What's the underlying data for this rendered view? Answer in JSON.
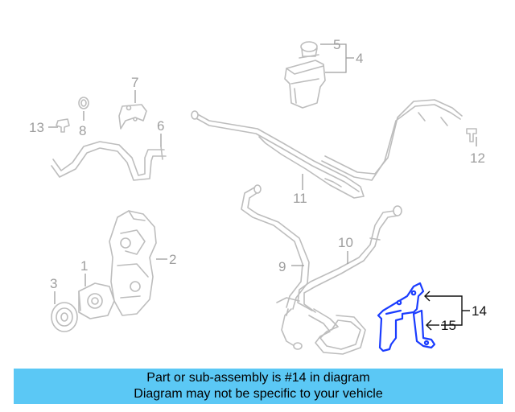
{
  "callouts": {
    "c1": "1",
    "c2": "2",
    "c3": "3",
    "c4": "4",
    "c5": "5",
    "c6": "6",
    "c7": "7",
    "c8": "8",
    "c9": "9",
    "c10": "10",
    "c11": "11",
    "c12": "12",
    "c13": "13",
    "c14": "14",
    "c15": "15"
  },
  "highlight_part": "14",
  "colors": {
    "highlight": "#1a3cff",
    "banner": "#5bc8f5",
    "parts": "#bdbdbd"
  },
  "banner": {
    "line1": "Part or sub-assembly is #14 in diagram",
    "line2": "Diagram may not be specific to your vehicle"
  }
}
